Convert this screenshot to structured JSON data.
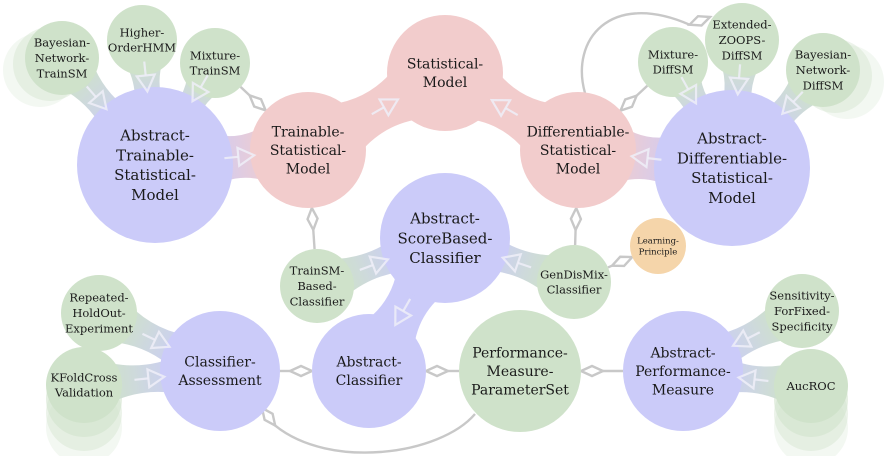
{
  "diagram": {
    "title": "Class hierarchy of statistical models and classifiers",
    "colors": {
      "abstract": "#cbcbf9",
      "interface": "#f2cccc",
      "concrete": "#cfe2ca",
      "principle": "#f5d5aa",
      "aggregation_edge": "#c8c8c8"
    },
    "nodes": [
      {
        "id": "ATSM",
        "kind": "abstract",
        "lines": [
          "Abstract-",
          "Trainable-",
          "Statistical-",
          "Model"
        ]
      },
      {
        "id": "BNTSM",
        "kind": "concrete",
        "lines": [
          "Bayesian-",
          "Network-",
          "TrainSM"
        ],
        "stacked": true
      },
      {
        "id": "HOHMM",
        "kind": "concrete",
        "lines": [
          "Higher-",
          "OrderHMM"
        ]
      },
      {
        "id": "MTSM",
        "kind": "concrete",
        "lines": [
          "Mixture-",
          "TrainSM"
        ]
      },
      {
        "id": "TSM",
        "kind": "interface",
        "lines": [
          "Trainable-",
          "Statistical-",
          "Model"
        ]
      },
      {
        "id": "SM",
        "kind": "interface",
        "lines": [
          "Statistical-",
          "Model"
        ]
      },
      {
        "id": "DSM",
        "kind": "interface",
        "lines": [
          "Differentiable-",
          "Statistical-",
          "Model"
        ]
      },
      {
        "id": "ADSM",
        "kind": "abstract",
        "lines": [
          "Abstract-",
          "Differentiable-",
          "Statistical-",
          "Model"
        ]
      },
      {
        "id": "MDSM",
        "kind": "concrete",
        "lines": [
          "Mixture-",
          "DiffSM"
        ]
      },
      {
        "id": "EZDSM",
        "kind": "concrete",
        "lines": [
          "Extended-",
          "ZOOPS-",
          "DiffSM"
        ]
      },
      {
        "id": "BNDSM",
        "kind": "concrete",
        "lines": [
          "Bayesian-",
          "Network-",
          "DiffSM"
        ],
        "stacked": true
      },
      {
        "id": "ASBC",
        "kind": "abstract",
        "lines": [
          "Abstract-",
          "ScoreBased-",
          "Classifier"
        ]
      },
      {
        "id": "TSMBC",
        "kind": "concrete",
        "lines": [
          "TrainSM-",
          "Based-",
          "Classifier"
        ]
      },
      {
        "id": "GDMC",
        "kind": "concrete",
        "lines": [
          "GenDisMix-",
          "Classifier"
        ]
      },
      {
        "id": "LP",
        "kind": "principle",
        "lines": [
          "Learning-",
          "Principle"
        ]
      },
      {
        "id": "RHOE",
        "kind": "concrete",
        "lines": [
          "Repeated-",
          "HoldOut-",
          "Experiment"
        ]
      },
      {
        "id": "KFCV",
        "kind": "concrete",
        "lines": [
          "KFoldCross",
          "Validation"
        ],
        "stacked": true
      },
      {
        "id": "CA",
        "kind": "abstract",
        "lines": [
          "Classifier-",
          "Assessment"
        ]
      },
      {
        "id": "AC",
        "kind": "abstract",
        "lines": [
          "Abstract-",
          "Classifier"
        ]
      },
      {
        "id": "PMPS",
        "kind": "concrete",
        "lines": [
          "Performance-",
          "Measure-",
          "ParameterSet"
        ]
      },
      {
        "id": "APM",
        "kind": "abstract",
        "lines": [
          "Abstract-",
          "Performance-",
          "Measure"
        ]
      },
      {
        "id": "SFFS",
        "kind": "concrete",
        "lines": [
          "Sensitivity-",
          "ForFixed-",
          "Specificity"
        ]
      },
      {
        "id": "AUC",
        "kind": "concrete",
        "lines": [
          "AucROC"
        ],
        "stacked": true
      }
    ],
    "inheritance_edges": [
      [
        "BNTSM",
        "ATSM"
      ],
      [
        "HOHMM",
        "ATSM"
      ],
      [
        "MTSM",
        "ATSM"
      ],
      [
        "ATSM",
        "TSM"
      ],
      [
        "TSM",
        "SM"
      ],
      [
        "DSM",
        "SM"
      ],
      [
        "ADSM",
        "DSM"
      ],
      [
        "MDSM",
        "ADSM"
      ],
      [
        "EZDSM",
        "ADSM"
      ],
      [
        "BNDSM",
        "ADSM"
      ],
      [
        "TSMBC",
        "ASBC"
      ],
      [
        "GDMC",
        "ASBC"
      ],
      [
        "ASBC",
        "AC"
      ],
      [
        "RHOE",
        "CA"
      ],
      [
        "KFCV",
        "CA"
      ],
      [
        "SFFS",
        "APM"
      ],
      [
        "AUC",
        "APM"
      ]
    ],
    "aggregation_edges": [
      [
        "MTSM",
        "TSM"
      ],
      [
        "TSMBC",
        "TSM"
      ],
      [
        "MDSM",
        "DSM"
      ],
      [
        "EZDSM",
        "DSM"
      ],
      [
        "GDMC",
        "DSM"
      ],
      [
        "GDMC",
        "LP"
      ],
      [
        "CA",
        "AC"
      ],
      [
        "CA",
        "PMPS"
      ],
      [
        "PMPS",
        "AC"
      ],
      [
        "APM",
        "PMPS"
      ]
    ]
  }
}
